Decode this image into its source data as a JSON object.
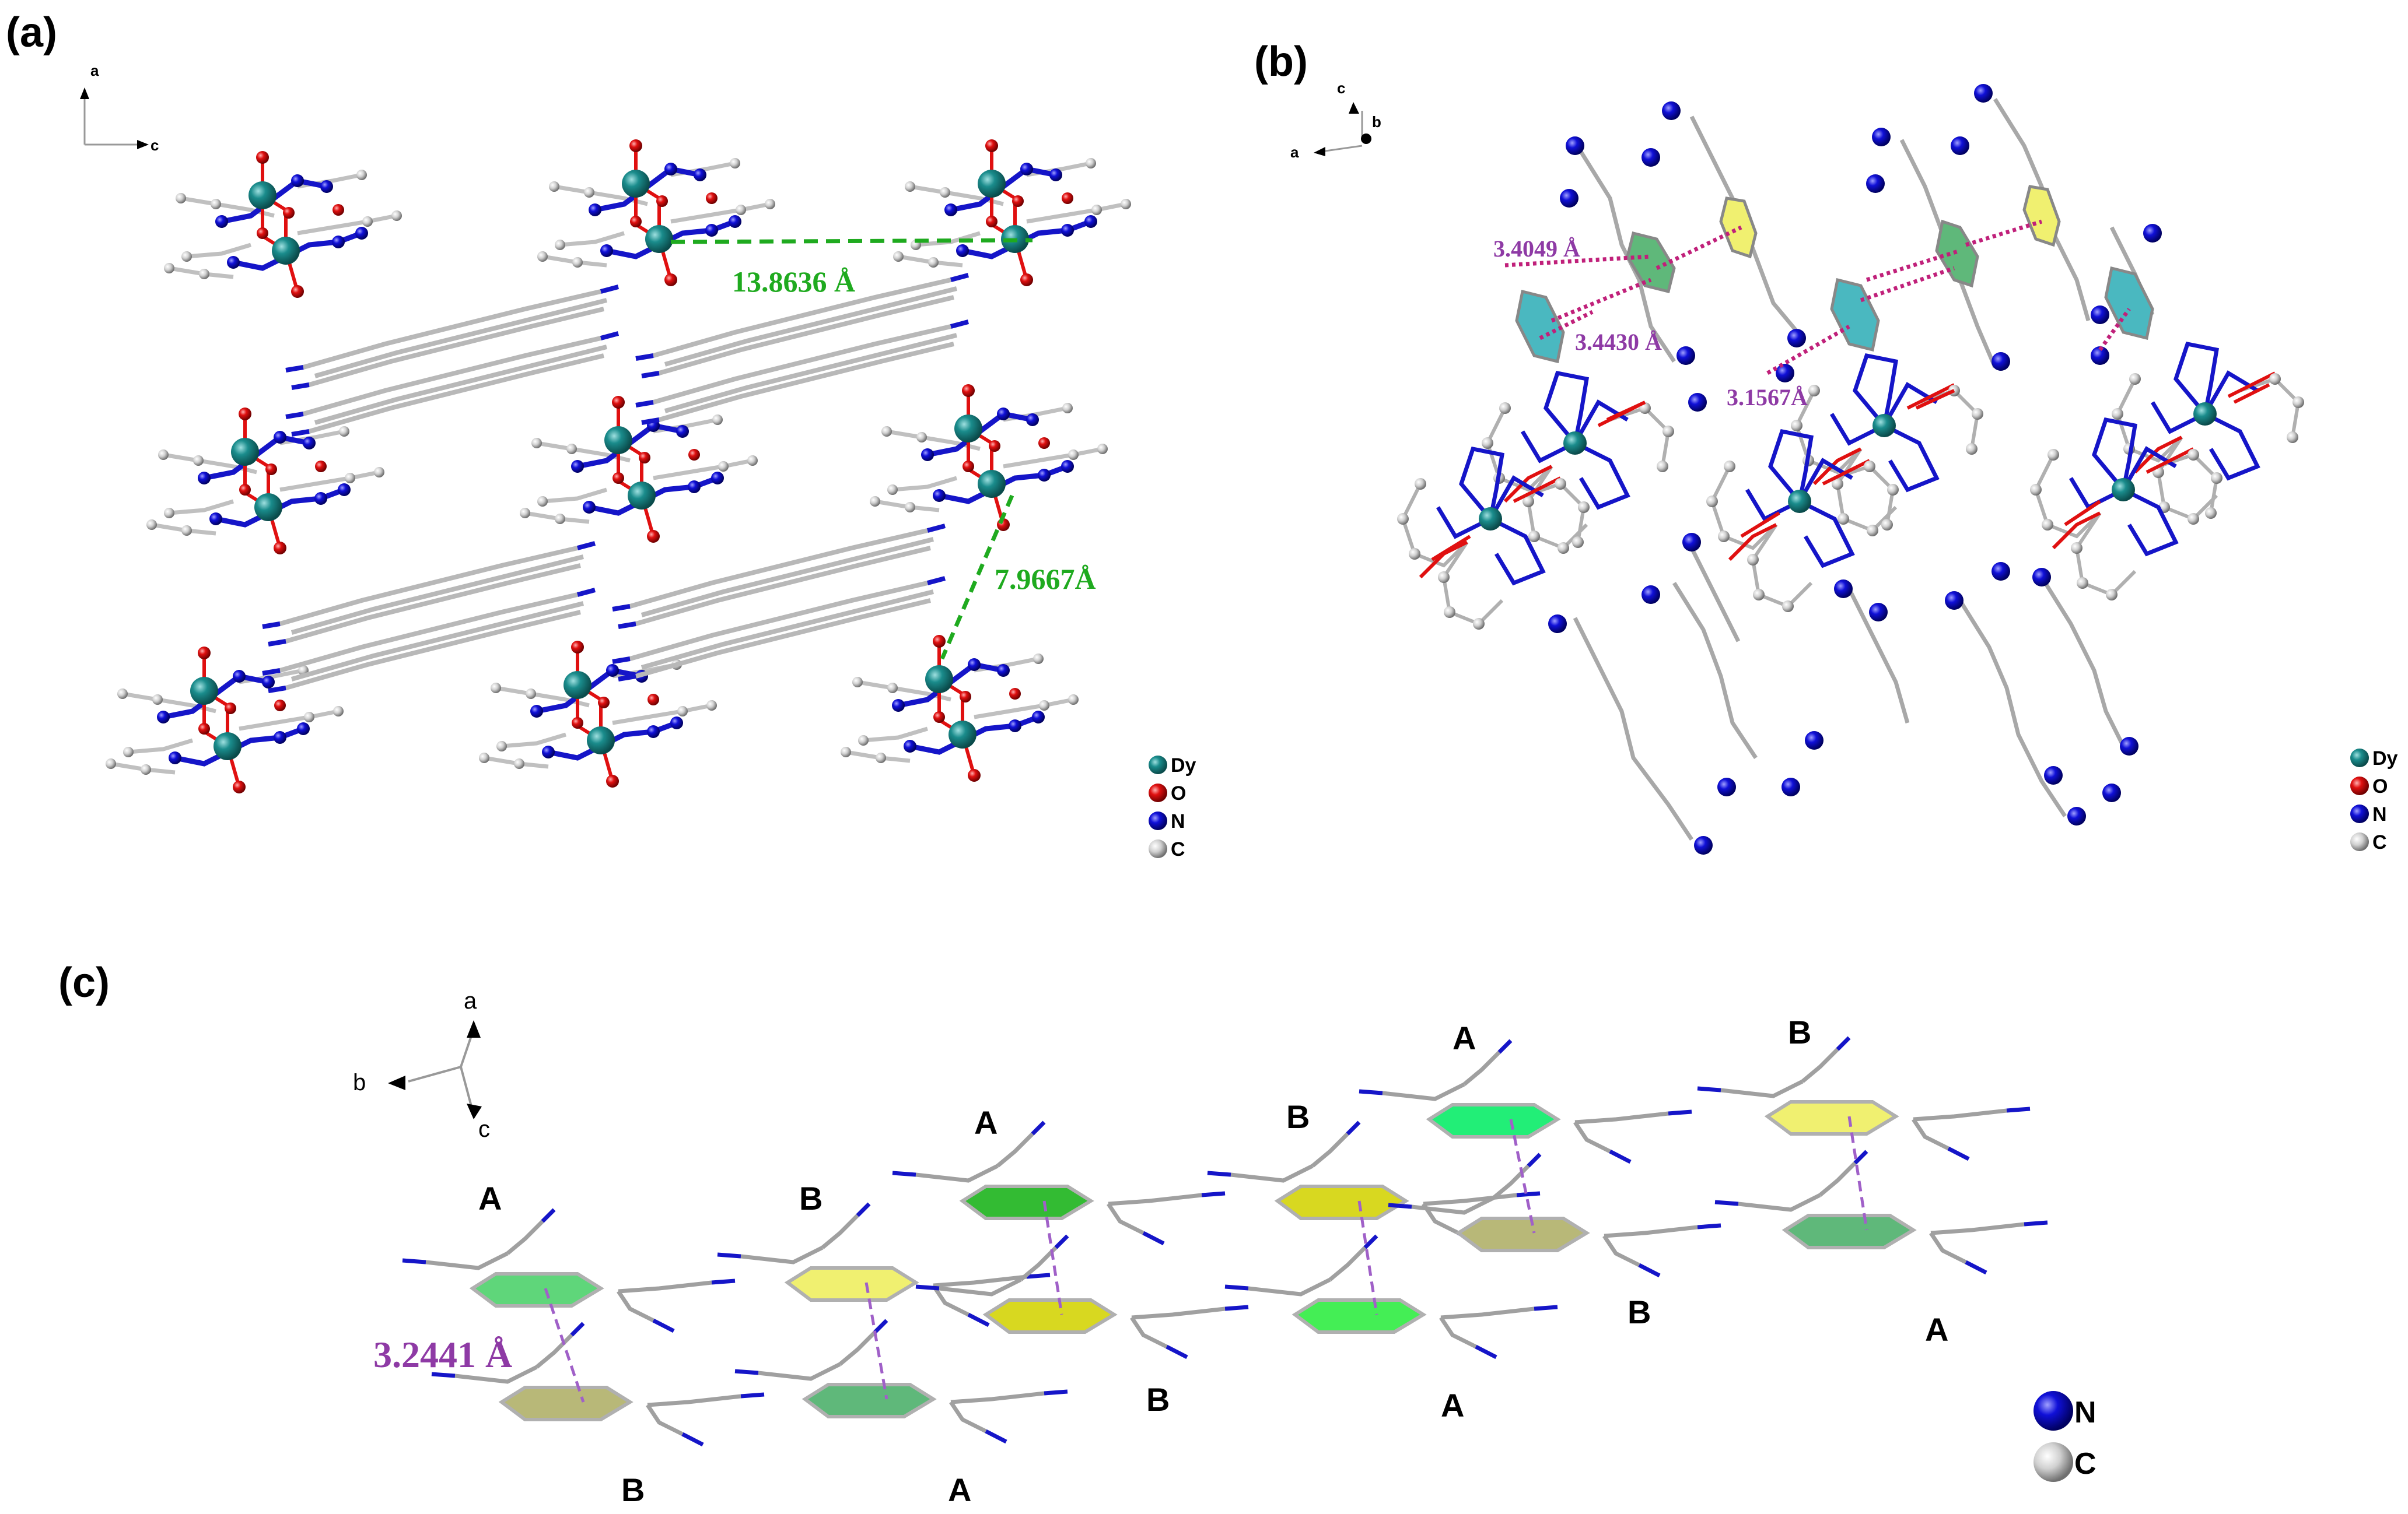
{
  "panels": {
    "a": {
      "label": "(a)",
      "axes": {
        "a": "a",
        "c": "c"
      },
      "distances": [
        "13.8636 Å",
        "7.9667Å"
      ],
      "legend": [
        "Dy",
        "O",
        "N",
        "C"
      ]
    },
    "b": {
      "label": "(b)",
      "axes": {
        "c": "c",
        "b": "b",
        "a": "a"
      },
      "distances": [
        "3.4049 Å",
        "3.4430 Å",
        "3.1567Å"
      ],
      "legend": [
        "Dy",
        "O",
        "N",
        "C"
      ]
    },
    "c": {
      "label": "(c)",
      "axes": {
        "a": "a",
        "b": "b",
        "c": "c"
      },
      "distance": "3.2441 Å",
      "layer_labels": {
        "s1_top": "A",
        "s1_bot": "B",
        "s2_top": "B",
        "s2_top2": "A",
        "s2_bot": "A",
        "s2_bot2": "B",
        "s3_top": "A",
        "s3_top2": "B",
        "s3_bot": "A",
        "s3_bot2": "B",
        "s4_top": "B",
        "s4_bot": "A"
      },
      "legend": [
        "N",
        "C"
      ]
    }
  },
  "colors": {
    "Dy": "#1a8c8c",
    "O": "#e01010",
    "N": "#1010c8",
    "C": "#c8c8c8",
    "ring_green": "#22ee77",
    "ring_yellow": "#f0f070",
    "ring_dkgreen": "#5fb87a",
    "ring_olive": "#b8b878",
    "ring_teal": "#4ab8c0",
    "dist_green": "#1faa1f",
    "dist_purple": "#8e3aa5"
  }
}
